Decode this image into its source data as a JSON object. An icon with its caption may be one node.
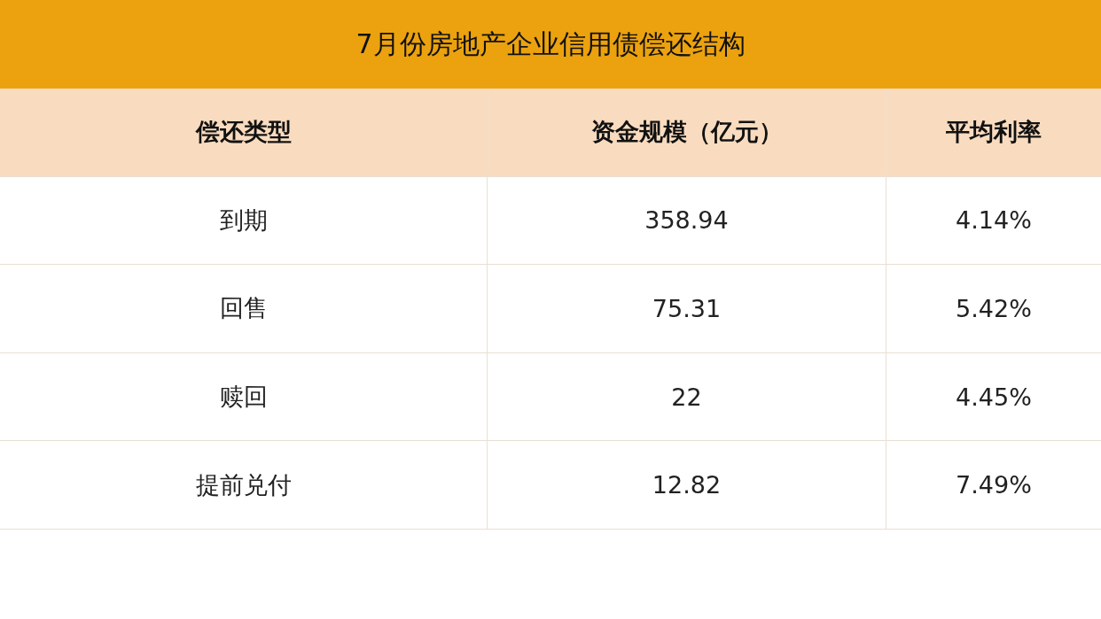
{
  "diagram": {
    "title": "7月份房地产企业信用债偿还结构",
    "labels": [
      "偿还类型",
      "资金规模（亿元）",
      "平均利率",
      "到期",
      "358.94",
      "4.14%",
      "回售",
      "75.31",
      "5.42%",
      "赎回",
      "22",
      "4.45%",
      "提前兑付",
      "12.82",
      "7.49%"
    ]
  }
}
